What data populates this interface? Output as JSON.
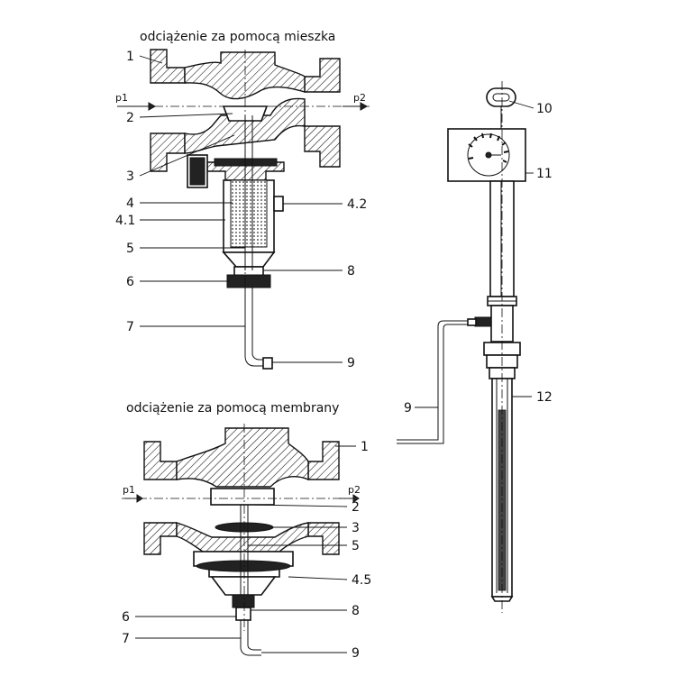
{
  "top_title": "odciążenie za pomocą mieszka",
  "bottom_title": "odciążenie za pomocą membrany",
  "pressure_in": "p1",
  "pressure_out": "p2",
  "top_labels": [
    "1",
    "2",
    "3",
    "4",
    "4.1",
    "5",
    "6",
    "7",
    "4.2",
    "8",
    "9"
  ],
  "bottom_labels": [
    "1",
    "2",
    "3",
    "5",
    "4.5",
    "8",
    "6",
    "7",
    "9"
  ],
  "right_labels": [
    "10",
    "11",
    "9",
    "12"
  ]
}
